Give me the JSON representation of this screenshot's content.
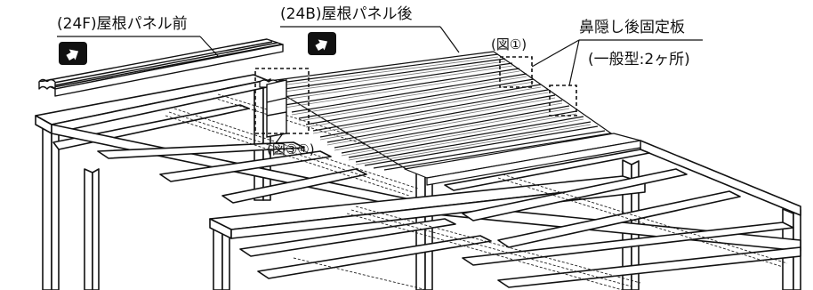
{
  "labels": {
    "front_panel": "(24F)屋根パネル前",
    "rear_panel": "(24B)屋根パネル後",
    "fig1": "(図①)",
    "fascia_plate": "鼻隠し後固定板",
    "fascia_note": "(一般型:2ヶ所)",
    "fig34": "(図③④)"
  },
  "icons": {
    "front": "direction-arrow-icon",
    "rear": "direction-arrow-icon"
  },
  "colors": {
    "line": "#111111",
    "fill_panel": "#ffffff",
    "shade": "#d9d9d9",
    "badge": "#111111"
  }
}
